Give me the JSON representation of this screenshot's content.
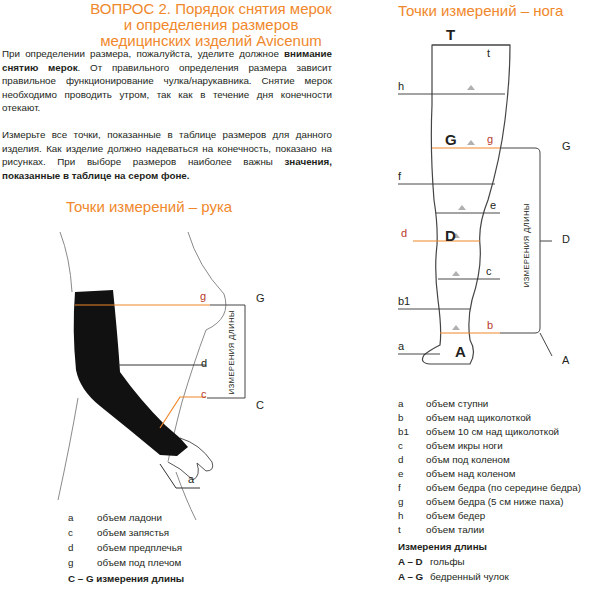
{
  "diagram": {
    "title": "ВОПРОС 2. Порядок снятия мерок и определения размеров медицинских изделий Avicenum",
    "labels": [
      "При определении размера, пожалуйста, уделите должное",
      "внимание снятию мерок",
      ". От правильного определения размера зависит правильное функционирование чулка/нарукавника. Снятие мерок необходимо проводить утром, так как в течение дня конечности отекают.",
      "Измерьте все точки, показанные в таблице размеров для данного изделия. Как изделие должно надеваться на конечность, показано на рисунках. При выборе размеров наиболее важны",
      "значения, показанные в таблице на сером фоне.",
      "Точки измерений – рука",
      "g",
      "G",
      "ИЗМЕРЕНИЯ ДЛИНЫ",
      "d",
      "c",
      "C",
      "a",
      "a",
      "объем ладони",
      "c",
      "объем запястья",
      "d",
      "объем предплечья",
      "g",
      "объем под плечом",
      "C – G измерения длины",
      "Точки измерений – нога",
      "T",
      "t",
      "h",
      "G",
      "g",
      "G",
      "f",
      "e",
      "d",
      "D",
      "D",
      "ИЗМЕРЕНИЯ ДЛИНЫ",
      "c",
      "b1",
      "b",
      "a",
      "A",
      "A",
      "a",
      "объем ступни",
      "b",
      "объем над щиколоткой",
      "b1",
      "объем 10 см над щиколоткой",
      "c",
      "объем икры ноги",
      "d",
      "объм под коленом",
      "e",
      "объем над коленом",
      "f",
      "объем бедра (по середине бедра)",
      "g",
      "объем бедра (5 см ниже паха)",
      "h",
      "объем бедер",
      "t",
      "объем талии",
      "Измерения длины",
      "A – D",
      "гольфы",
      "A – G",
      "бедренный чулок"
    ]
  }
}
